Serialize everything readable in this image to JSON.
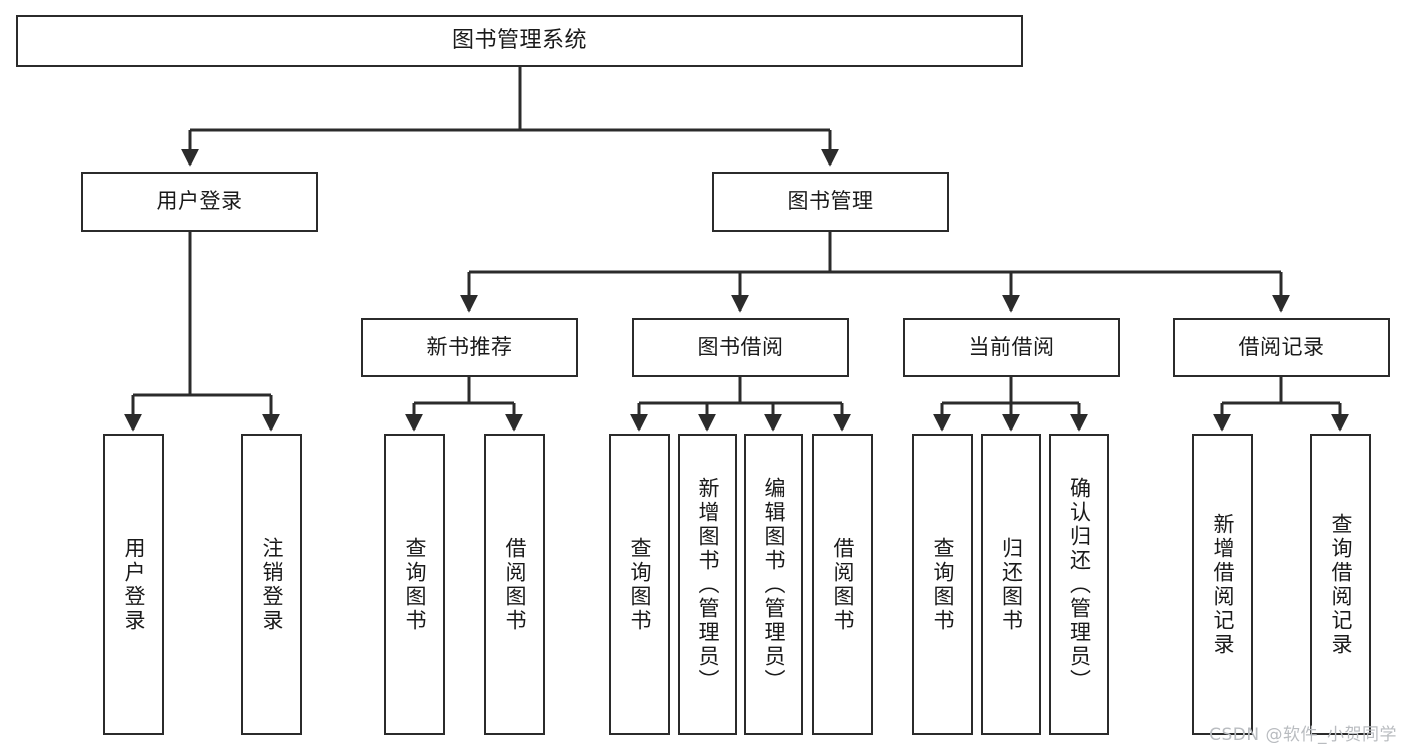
{
  "diagram": {
    "title": "图书管理系统",
    "type": "功能结构图",
    "root": {
      "id": "root",
      "label": "图书管理系统"
    },
    "level1": [
      {
        "id": "user-login",
        "label": "用户登录"
      },
      {
        "id": "book-manage",
        "label": "图书管理"
      }
    ],
    "level2": [
      {
        "id": "new-book-recommend",
        "label": "新书推荐",
        "parent": "book-manage"
      },
      {
        "id": "book-borrow",
        "label": "图书借阅",
        "parent": "book-manage"
      },
      {
        "id": "current-borrow",
        "label": "当前借阅",
        "parent": "book-manage"
      },
      {
        "id": "borrow-record",
        "label": "借阅记录",
        "parent": "book-manage"
      }
    ],
    "leaves": {
      "user_login": [
        {
          "id": "leaf-user-login",
          "label": "用户登录"
        },
        {
          "id": "leaf-logout",
          "label": "注销登录"
        }
      ],
      "new_book_recommend": [
        {
          "id": "leaf-query-book-1",
          "label": "查询图书"
        },
        {
          "id": "leaf-borrow-book-1",
          "label": "借阅图书"
        }
      ],
      "book_borrow": [
        {
          "id": "leaf-query-book-2",
          "label": "查询图书"
        },
        {
          "id": "leaf-add-book",
          "label": "新增图书（管理员）"
        },
        {
          "id": "leaf-edit-book",
          "label": "编辑图书（管理员）"
        },
        {
          "id": "leaf-borrow-book-2",
          "label": "借阅图书"
        }
      ],
      "current_borrow": [
        {
          "id": "leaf-query-book-3",
          "label": "查询图书"
        },
        {
          "id": "leaf-return-book",
          "label": "归还图书"
        },
        {
          "id": "leaf-confirm-return",
          "label": "确认归还（管理员）"
        }
      ],
      "borrow_record": [
        {
          "id": "leaf-add-record",
          "label": "新增借阅记录"
        },
        {
          "id": "leaf-query-record",
          "label": "查询借阅记录"
        }
      ]
    },
    "watermark": "CSDN @软件_小贺同学",
    "colors": {
      "stroke": "#2b2b2b",
      "fill": "#ffffff",
      "text": "#1a1a1a",
      "watermark": "#b9bcc0"
    }
  }
}
